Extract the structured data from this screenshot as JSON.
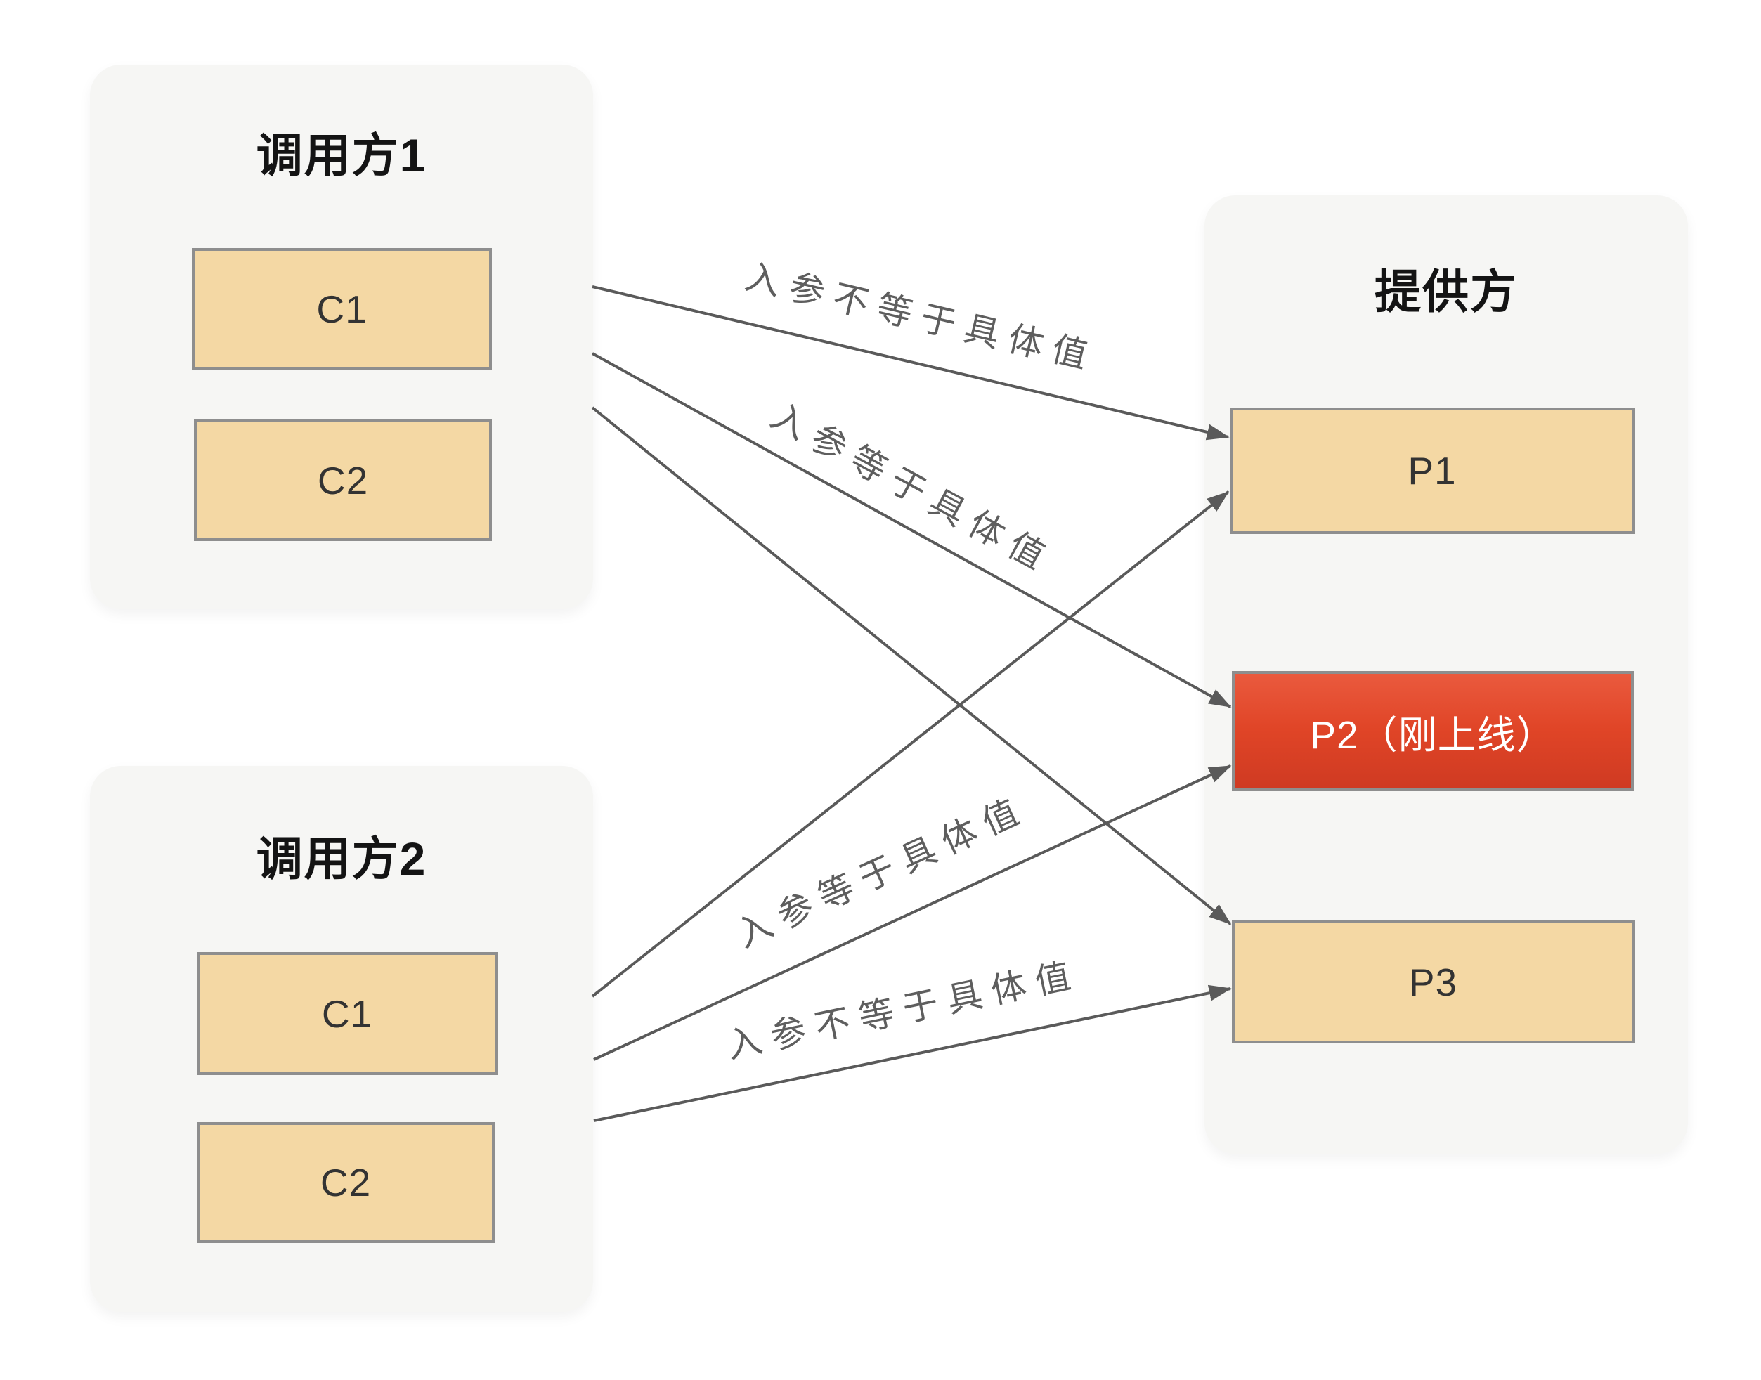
{
  "diagram": {
    "groups": [
      {
        "id": "caller1",
        "title": "调用方1",
        "boxes": [
          {
            "id": "caller1-c1",
            "label": "C1"
          },
          {
            "id": "caller1-c2",
            "label": "C2"
          }
        ]
      },
      {
        "id": "caller2",
        "title": "调用方2",
        "boxes": [
          {
            "id": "caller2-c1",
            "label": "C1"
          },
          {
            "id": "caller2-c2",
            "label": "C2"
          }
        ]
      },
      {
        "id": "provider",
        "title": "提供方",
        "boxes": [
          {
            "id": "provider-p1",
            "label": "P1",
            "highlighted": false
          },
          {
            "id": "provider-p2",
            "label": "P2（刚上线）",
            "highlighted": true
          },
          {
            "id": "provider-p3",
            "label": "P3",
            "highlighted": false
          }
        ]
      }
    ],
    "edges": [
      {
        "from": "调用方1",
        "to": "P1",
        "label": "入参不等于具体值"
      },
      {
        "from": "调用方1",
        "to": "P2",
        "label": "入参等于具体值"
      },
      {
        "from": "调用方1",
        "to": "P3",
        "label": ""
      },
      {
        "from": "调用方2",
        "to": "P1",
        "label": ""
      },
      {
        "from": "调用方2",
        "to": "P2",
        "label": "入参等于具体值"
      },
      {
        "from": "调用方2",
        "to": "P3",
        "label": "入参不等于具体值"
      }
    ],
    "colors": {
      "canvas": "#ffffff",
      "group_fill": "#f6f6f4",
      "box_fill": "#f4d8a4",
      "box_border": "#8e8e8e",
      "highlight_red_top": "#ea5a3e",
      "highlight_red_bottom": "#cf3a22",
      "arrow": "#5a5a5a",
      "edge_label_text": "#5e5e5e",
      "title_text": "#141414",
      "box_text": "#333333"
    }
  }
}
